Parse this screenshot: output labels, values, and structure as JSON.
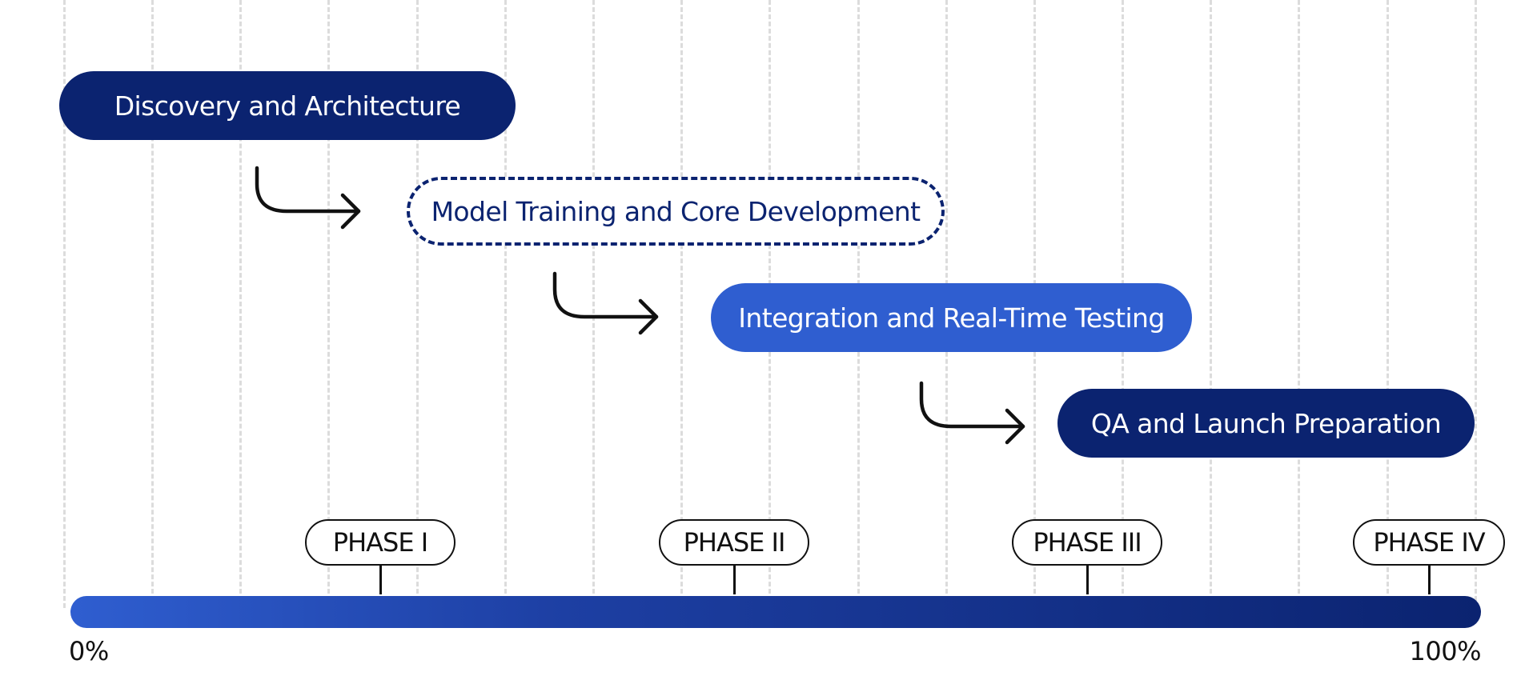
{
  "steps": [
    {
      "label": "Discovery and Architecture",
      "style": "dark"
    },
    {
      "label": "Model Training and Core Development",
      "style": "dashed"
    },
    {
      "label": "Integration and Real-Time Testing",
      "style": "light"
    },
    {
      "label": "QA and Launch Preparation",
      "style": "dark"
    }
  ],
  "phases": [
    {
      "label": "PHASE I"
    },
    {
      "label": "PHASE II"
    },
    {
      "label": "PHASE III"
    },
    {
      "label": "PHASE IV"
    }
  ],
  "progress": {
    "start_label": "0%",
    "end_label": "100%"
  },
  "colors": {
    "dark_navy": "#0b2370",
    "accent_blue": "#2f5ed0",
    "grid": "#dcdcdc",
    "outline": "#111111"
  }
}
